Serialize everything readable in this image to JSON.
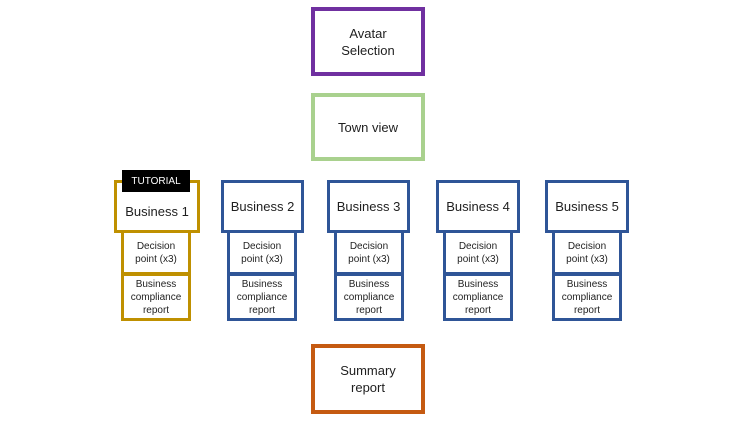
{
  "nodes": {
    "avatar": {
      "label": "Avatar\nSelection",
      "color": "#7030a0"
    },
    "town": {
      "label": "Town view",
      "color": "#a9d18e"
    },
    "summary": {
      "label": "Summary\nreport",
      "color": "#c55a11"
    },
    "tutorial_badge": "TUTORIAL",
    "businesses": [
      {
        "label": "Business 1",
        "decision": "Decision\npoint (x3)",
        "compliance": "Business\ncompliance\nreport",
        "color": "#bf9000"
      },
      {
        "label": "Business 2",
        "decision": "Decision\npoint (x3)",
        "compliance": "Business\ncompliance\nreport",
        "color": "#2f5597"
      },
      {
        "label": "Business 3",
        "decision": "Decision\npoint (x3)",
        "compliance": "Business\ncompliance\nreport",
        "color": "#2f5597"
      },
      {
        "label": "Business 4",
        "decision": "Decision\npoint (x3)",
        "compliance": "Business\ncompliance\nreport",
        "color": "#2f5597"
      },
      {
        "label": "Business 5",
        "decision": "Decision\npoint (x3)",
        "compliance": "Business\ncompliance\nreport",
        "color": "#2f5597"
      }
    ]
  }
}
